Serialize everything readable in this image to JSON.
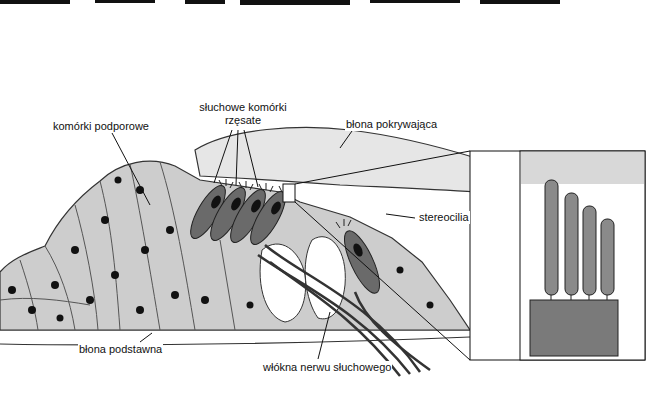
{
  "diagram": {
    "labels": [
      "komórki podporowe",
      "słuchowe komórki rzęsate",
      "błona pokrywająca",
      "stereocilia",
      "błona podstawna",
      "włókna nerwu słuchowego"
    ]
  }
}
